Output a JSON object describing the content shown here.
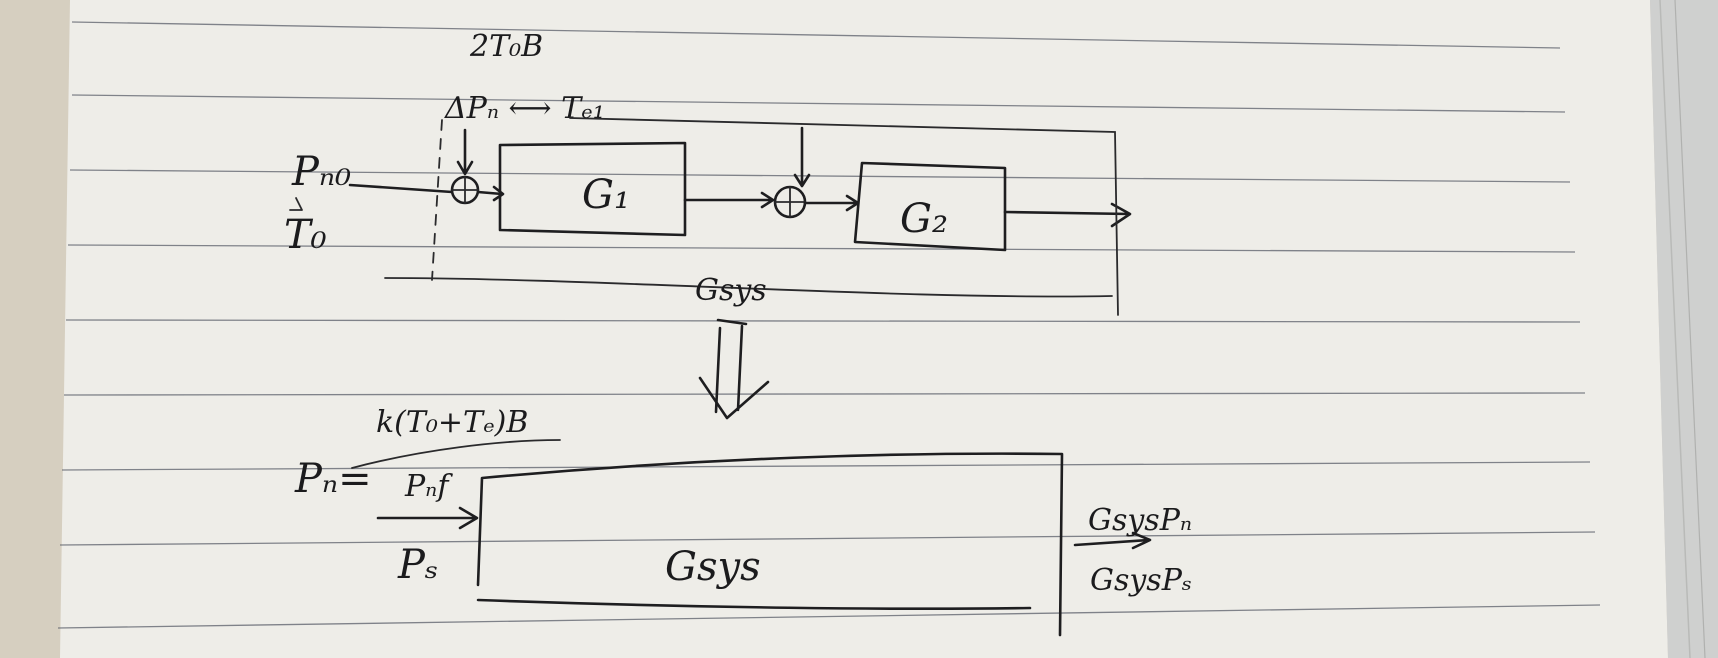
{
  "diagram": {
    "top": {
      "disturbance_label": "2T₀B",
      "delta_label": "ΔPₙ ⟷ Tₑ₁",
      "input_top": "Pₙ₀",
      "input_bottom": "T₀",
      "block_g1": "G₁",
      "block_g2": "G₂",
      "sys_label": "Gsys"
    },
    "bottom": {
      "top_expr": "k(T₀+Tₑ)B",
      "pn_prefix": "Pₙ=",
      "pnf_label": "Pₙf",
      "ps_label": "Pₛ",
      "block_label": "Gsys",
      "out_top": "GsysPₙ",
      "out_bottom": "GsysPₛ"
    }
  },
  "colors": {
    "paper": "#eeede8",
    "ink": "#1e1e20",
    "rule": "#5b5f6a",
    "desk": "#d9d2c4"
  }
}
